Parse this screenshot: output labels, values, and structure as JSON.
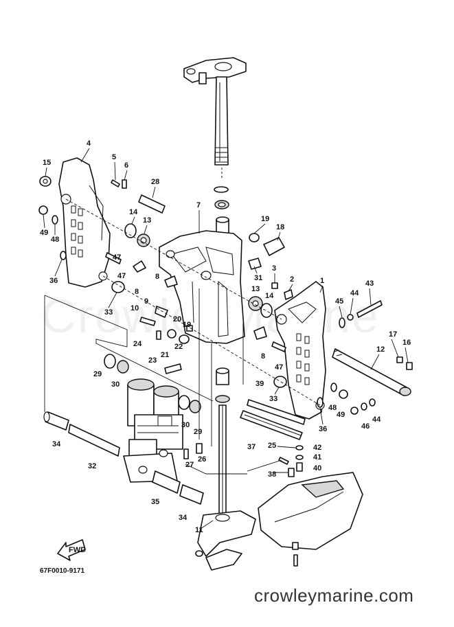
{
  "watermark": "CrowleyMarine",
  "part_code": "67F0010-9171",
  "site": "crowleymarine.com",
  "fwd_label": "FWD",
  "callouts": {
    "c1": "1",
    "c2": "2",
    "c3": "3",
    "c4": "4",
    "c5": "5",
    "c6": "6",
    "c7": "7",
    "c8a": "8",
    "c8b": "8",
    "c8c": "8",
    "c9": "9",
    "c10": "10",
    "c11": "11",
    "c12": "12",
    "c13a": "13",
    "c13b": "13",
    "c14a": "14",
    "c14b": "14",
    "c15": "15",
    "c16": "16",
    "c17": "17",
    "c18": "18",
    "c19a": "19",
    "c19b": "19",
    "c20": "20",
    "c21": "21",
    "c22": "22",
    "c23": "23",
    "c24": "24",
    "c25": "25",
    "c26": "26",
    "c27": "27",
    "c28": "28",
    "c29a": "29",
    "c29b": "29",
    "c30a": "30",
    "c30b": "30",
    "c31": "31",
    "c32": "32",
    "c33a": "33",
    "c33b": "33",
    "c34a": "34",
    "c34b": "34",
    "c35": "35",
    "c36a": "36",
    "c36b": "36",
    "c37": "37",
    "c38": "38",
    "c39": "39",
    "c40": "40",
    "c41": "41",
    "c42": "42",
    "c43": "43",
    "c44a": "44",
    "c44b": "44",
    "c45": "45",
    "c46": "46",
    "c47a": "47",
    "c47b": "47",
    "c48a": "48",
    "c48b": "48",
    "c49a": "49",
    "c49b": "49"
  }
}
